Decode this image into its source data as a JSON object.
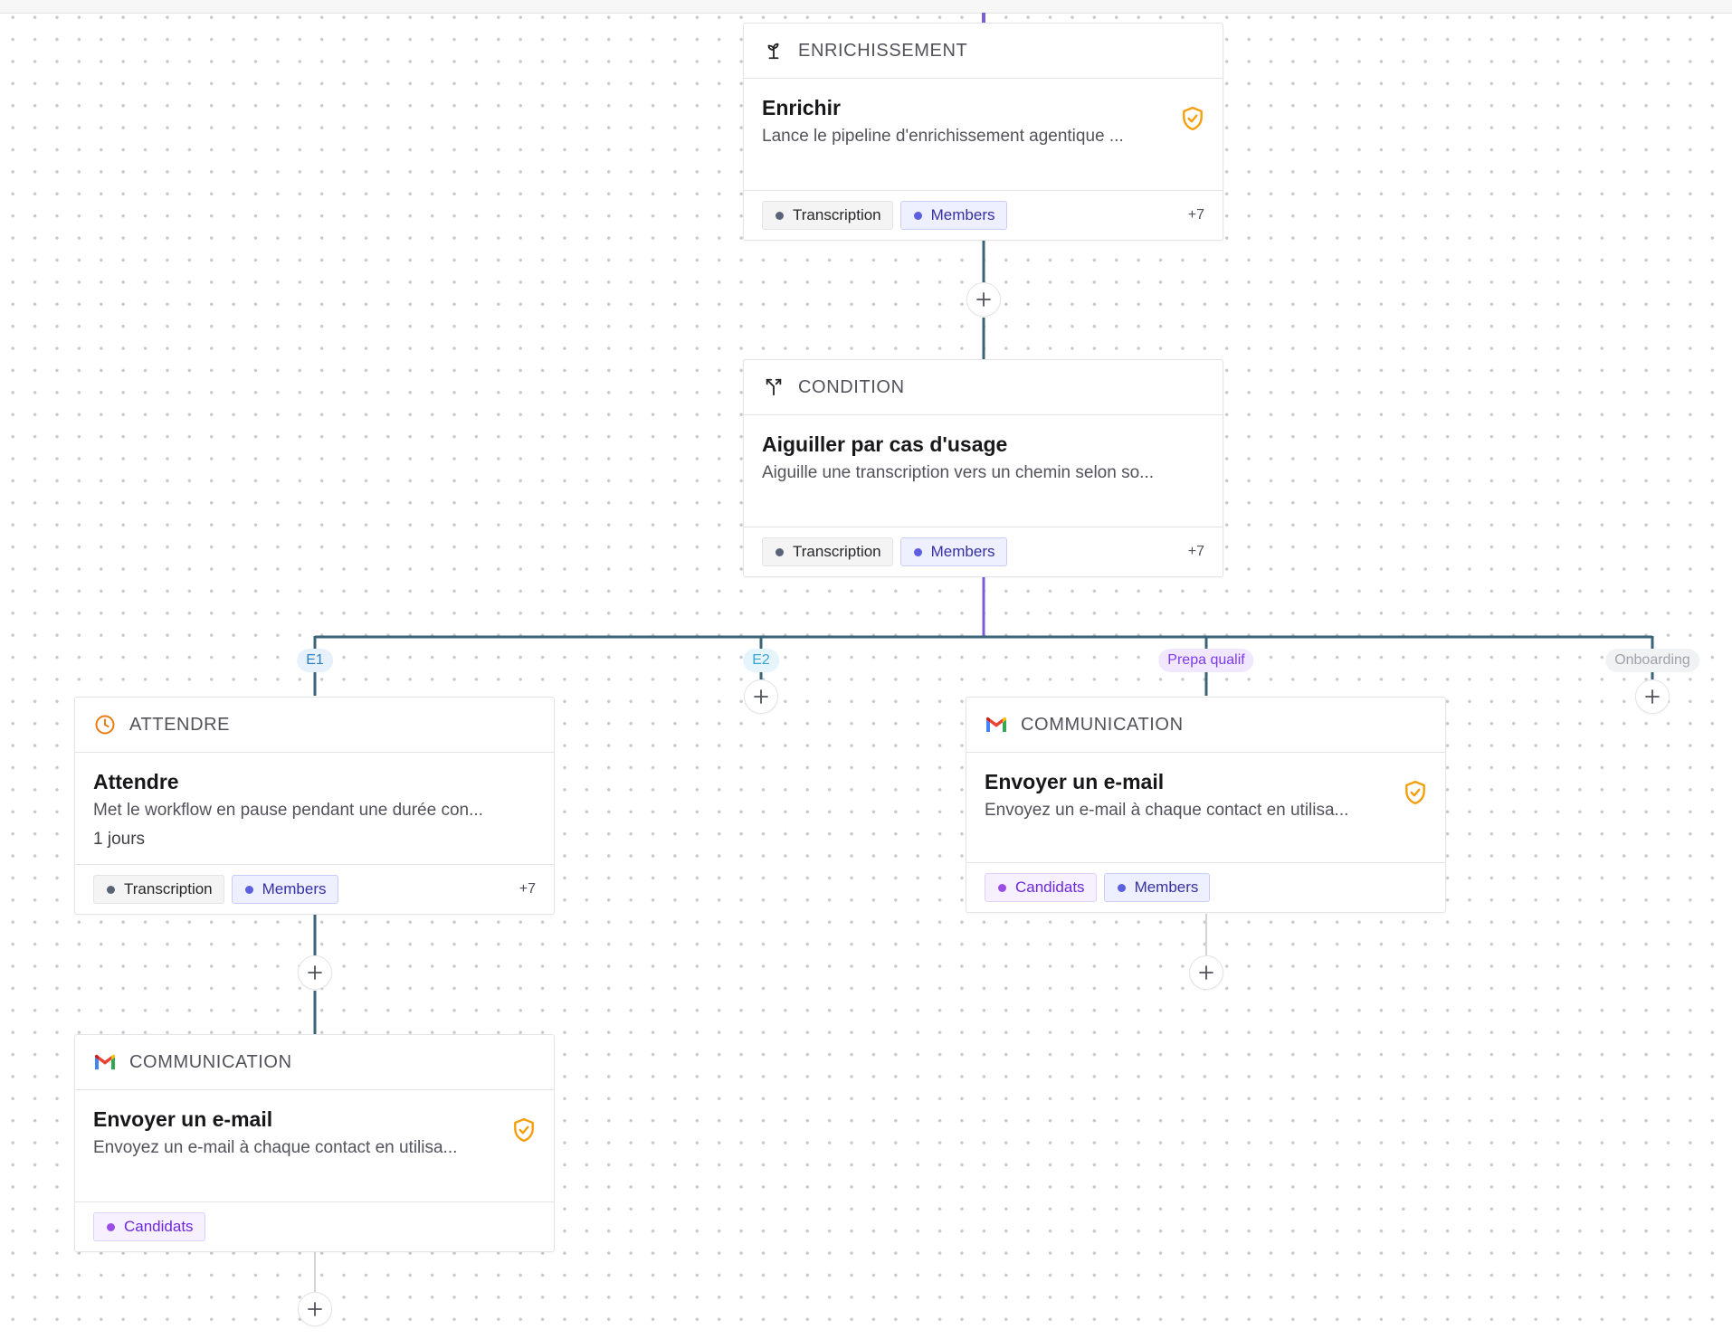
{
  "colors": {
    "connector": "#3c6478",
    "badge_warning": "#f59e0b",
    "clock": "#ea7c12"
  },
  "nodes": {
    "enrich": {
      "type": "ENRICHISSEMENT",
      "icon": "sprout-icon",
      "title": "Enrichir",
      "description": "Lance le pipeline d'enrichissement agentique ...",
      "tags": [
        "Transcription",
        "Members"
      ],
      "more": "+7"
    },
    "condition": {
      "type": "CONDITION",
      "icon": "split-arrow-icon",
      "title": "Aiguiller par cas d'usage",
      "description": "Aiguille une transcription vers un chemin selon so...",
      "tags": [
        "Transcription",
        "Members"
      ],
      "more": "+7"
    },
    "wait": {
      "type": "ATTENDRE",
      "icon": "clock-icon",
      "title": "Attendre",
      "description": "Met le workflow en pause pendant une durée con...",
      "detail": "1 jours",
      "tags": [
        "Transcription",
        "Members"
      ],
      "more": "+7"
    },
    "email_left": {
      "type": "COMMUNICATION",
      "icon": "gmail-icon",
      "title": "Envoyer un e-mail",
      "description": "Envoyez un e-mail à chaque contact en utilisa...",
      "tags": [
        "Candidats"
      ]
    },
    "email_right": {
      "type": "COMMUNICATION",
      "icon": "gmail-icon",
      "title": "Envoyer un e-mail",
      "description": "Envoyez un e-mail à chaque contact en utilisa...",
      "tags": [
        "Candidats",
        "Members"
      ]
    }
  },
  "branches": [
    "E1",
    "E2",
    "Prepa qualif",
    "Onboarding"
  ]
}
